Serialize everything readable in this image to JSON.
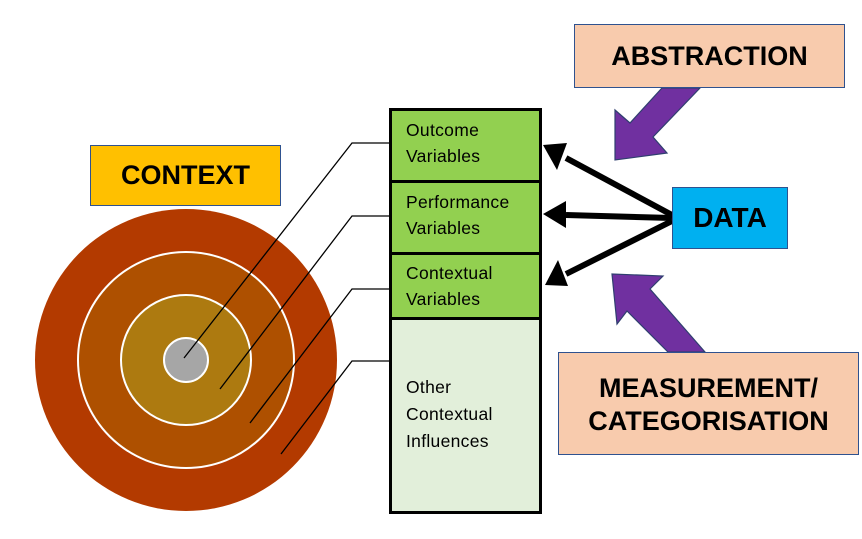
{
  "colors": {
    "context_fill": "#FFC000",
    "abstraction_fill": "#F8CBAD",
    "measurement_fill": "#F8CBAD",
    "data_fill": "#00B0F0",
    "variable_fill": "#92D050",
    "other_fill": "#E2EFDA",
    "arrow_purple": "#7030A0",
    "ring_outer": "#B33A00",
    "ring_middle": "#AE5000",
    "ring_inner": "#AD7A10",
    "core": "#A6A6A6"
  },
  "labels": {
    "context": "CONTEXT",
    "abstraction": "ABSTRACTION",
    "measurement_line1": "MEASUREMENT/",
    "measurement_line2": "CATEGORISATION",
    "data": "DATA"
  },
  "variables": [
    {
      "line1": "Outcome",
      "line2": "Variables"
    },
    {
      "line1": "Performance",
      "line2": "Variables"
    },
    {
      "line1": "Contextual",
      "line2": "Variables"
    }
  ],
  "other": {
    "line1": "Other",
    "line2": "Contextual",
    "line3": "Influences"
  },
  "icons": {
    "abstraction_arrow": "purple-block-arrow-down-left",
    "measurement_arrow": "purple-block-arrow-up-left",
    "data_arrows": "black-arrows-left",
    "context_rings": "concentric-circles-icon"
  }
}
